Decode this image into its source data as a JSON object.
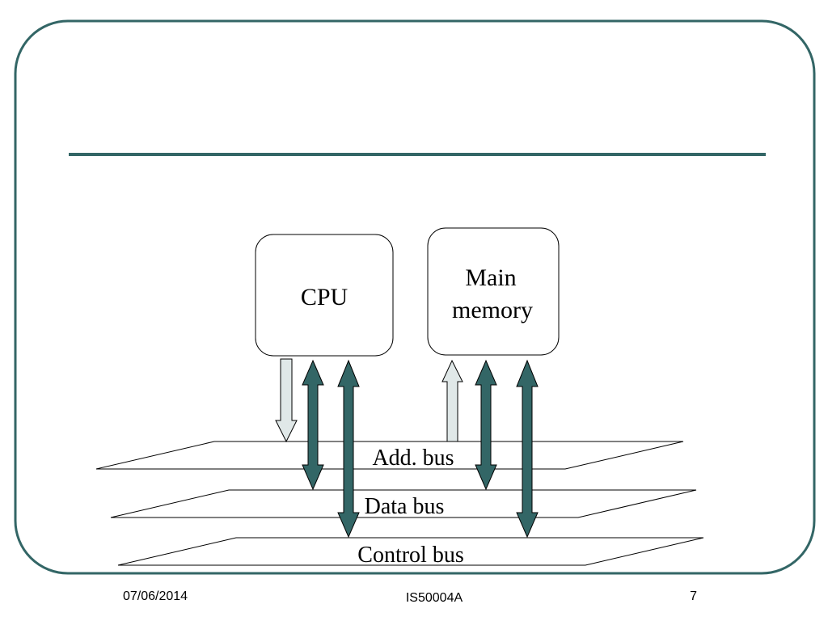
{
  "slide": {
    "title": "",
    "frame_color": "#336666",
    "rule_color": "#336666"
  },
  "diagram": {
    "cpu_label": "CPU",
    "memory_label_line1": "Main",
    "memory_label_line2": "memory",
    "buses": [
      {
        "label": "Add. bus"
      },
      {
        "label": "Data bus"
      },
      {
        "label": "Control bus"
      }
    ],
    "colors": {
      "bidirectional_arrow": "#336666",
      "address_arrow": "#e0e8e8",
      "box_stroke": "#000000",
      "plane_stroke": "#000000"
    }
  },
  "footer": {
    "date": "07/06/2014",
    "course": "IS50004A",
    "page": "7"
  }
}
